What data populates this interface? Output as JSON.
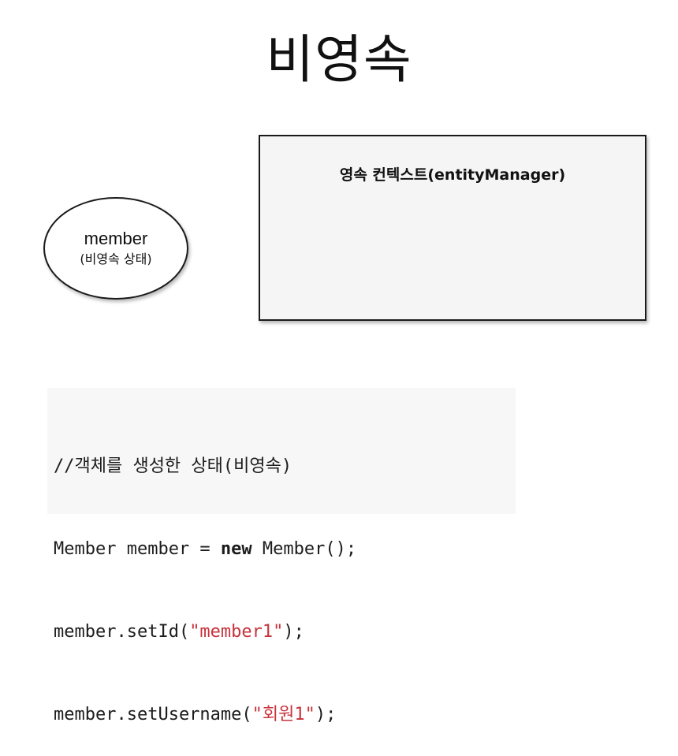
{
  "title": "비영속",
  "member_node": {
    "name": "member",
    "state": "(비영속 상태)"
  },
  "persistence_context": {
    "label": "영속 컨텍스트(entityManager)"
  },
  "code": {
    "line1": "//객체를 생성한 상태(비영속)",
    "line2_a": "Member member = ",
    "line2_kw": "new",
    "line2_b": " Member();",
    "line3_a": "member.setId(",
    "line3_str": "\"member1\"",
    "line3_b": ");",
    "line4_a": "member.setUsername(",
    "line4_str": "\"회원1\"",
    "line4_b": ");"
  },
  "colors": {
    "string_literal": "#c8323c",
    "code_background": "#f7f7f7",
    "box_background": "#f5f5f5"
  }
}
